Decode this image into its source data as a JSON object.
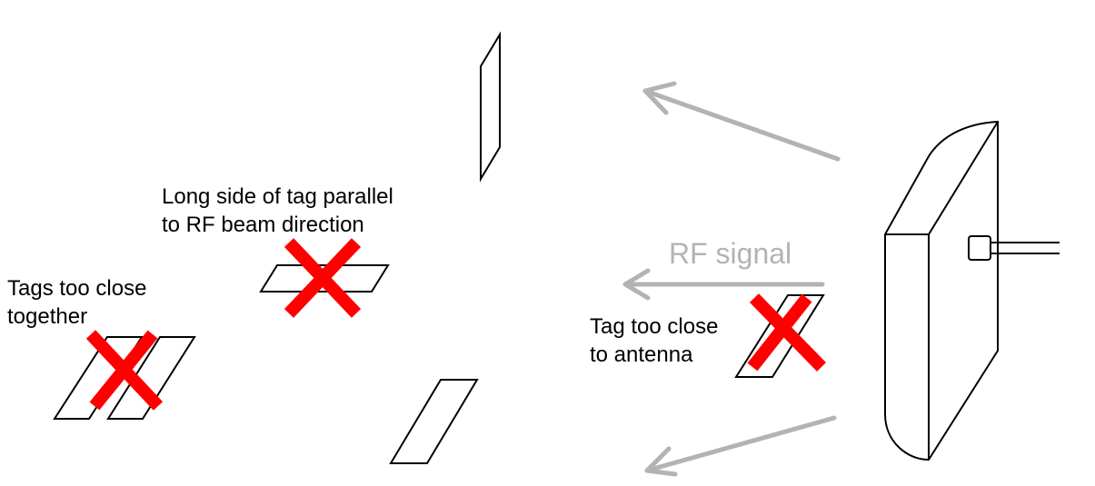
{
  "labels": {
    "parallel_line1": "Long side of tag parallel",
    "parallel_line2": "to RF beam direction",
    "close_together_line1": "Tags too close",
    "close_together_line2": "together",
    "close_antenna_line1": "Tag too close",
    "close_antenna_line2": "to antenna",
    "rf_signal": "RF signal"
  },
  "colors": {
    "outline": "#000000",
    "cross": "#ff0000",
    "signal": "#b3b3b3",
    "text": "#000000"
  },
  "icons": {
    "cross": "cross-mark-icon",
    "arrow": "arrow-left-icon",
    "antenna": "antenna-icon"
  }
}
